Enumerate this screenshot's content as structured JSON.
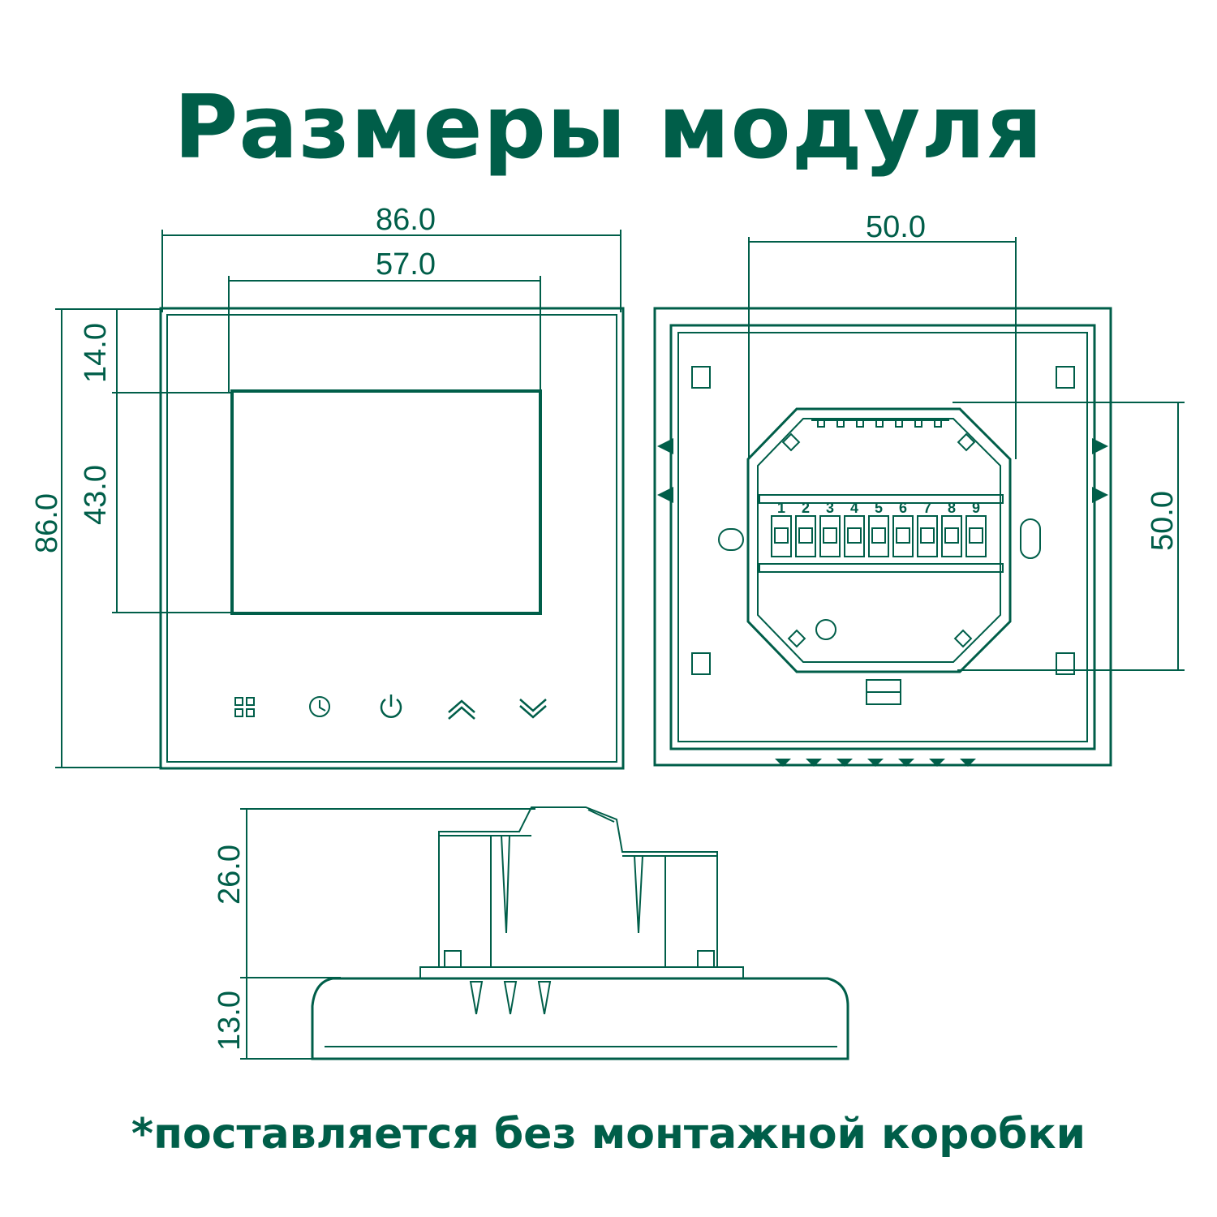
{
  "title": "Размеры модуля",
  "footnote": "*поставляется без монтажной коробки",
  "colors": {
    "line": "#005e49",
    "text": "#005e49"
  },
  "front_view": {
    "dims": {
      "width": "86.0",
      "screen_width": "57.0",
      "height": "86.0",
      "top_margin": "14.0",
      "screen_height": "43.0"
    },
    "buttons": [
      "grid-icon",
      "clock-icon",
      "power-icon",
      "chevron-up-icon",
      "chevron-down-icon"
    ]
  },
  "back_view": {
    "dims": {
      "mount_width": "50.0",
      "mount_height": "50.0"
    },
    "terminals": [
      "1",
      "2",
      "3",
      "4",
      "5",
      "6",
      "7",
      "8",
      "9"
    ]
  },
  "side_view": {
    "dims": {
      "back_depth": "26.0",
      "front_depth": "13.0"
    }
  }
}
